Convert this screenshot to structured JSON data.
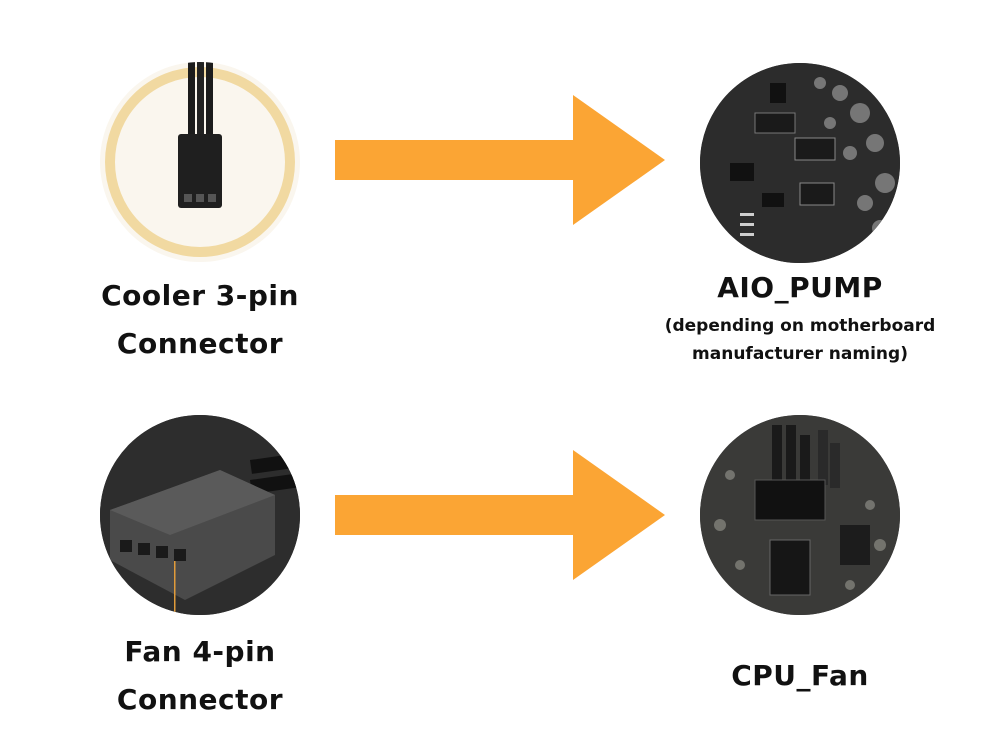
{
  "rows": [
    {
      "source_label": [
        "Cooler 3-pin",
        "Connector"
      ],
      "target_label": "AIO_PUMP",
      "target_note": [
        "(depending on motherboard",
        "manufacturer naming)"
      ]
    },
    {
      "source_label": [
        "Fan 4-pin",
        "Connector"
      ],
      "target_label": "CPU_Fan"
    }
  ],
  "colors": {
    "arrow": "#fba534",
    "ring": "#f3dba5",
    "board": "#2e2e2e"
  },
  "icons": [
    "cooler-3pin-connector-photo",
    "aio-pump-header-photo",
    "fan-4pin-connector-photo",
    "cpu-fan-header-photo",
    "right-arrow-icon"
  ]
}
